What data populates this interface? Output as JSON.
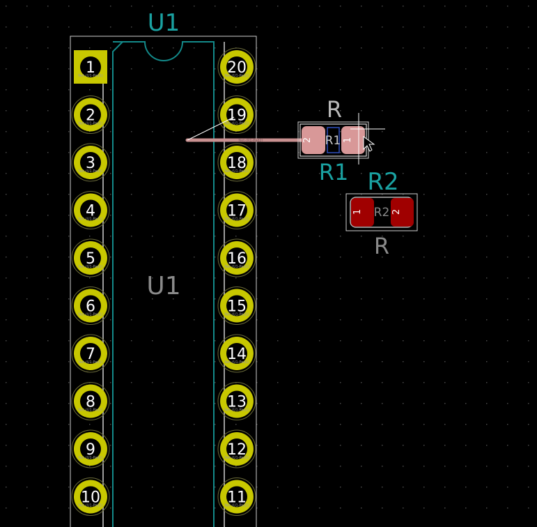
{
  "board": {
    "colors": {
      "background": "#000000",
      "grid_dot": "#4a4a4a",
      "pad": "#c8c800",
      "pad_hole": "#000000",
      "pad_number": "#ffffff",
      "courtyard": "#d0d0d0",
      "fab_outline": "#138a8a",
      "silk_outline": "#9c9c9c",
      "ref_teal": "#1aa2a2",
      "ref_grey": "#8a8a8a",
      "track": "#c89090",
      "smd_selected": "#d89898",
      "smd_normal": "#a00000",
      "value_text": "#b8b8b8"
    }
  },
  "u1": {
    "reference_top": "U1",
    "reference_center": "U1",
    "left_pins": [
      "1",
      "2",
      "3",
      "4",
      "5",
      "6",
      "7",
      "8",
      "9",
      "10"
    ],
    "right_pins": [
      "20",
      "19",
      "18",
      "17",
      "16",
      "15",
      "14",
      "13",
      "12",
      "11"
    ],
    "pad_net_label": "Net-(U1-Pad1)"
  },
  "r1": {
    "reference": "R1",
    "reference_fab": "R1",
    "value": "R",
    "pad_left": "2",
    "pad_right": "1",
    "selected": true
  },
  "r2": {
    "reference": "R2",
    "reference_fab": "R2",
    "value": "R",
    "pad_left": "1",
    "pad_right": "2",
    "selected": false
  },
  "track": {
    "net_label": "Net-(R1-Pad2)"
  }
}
